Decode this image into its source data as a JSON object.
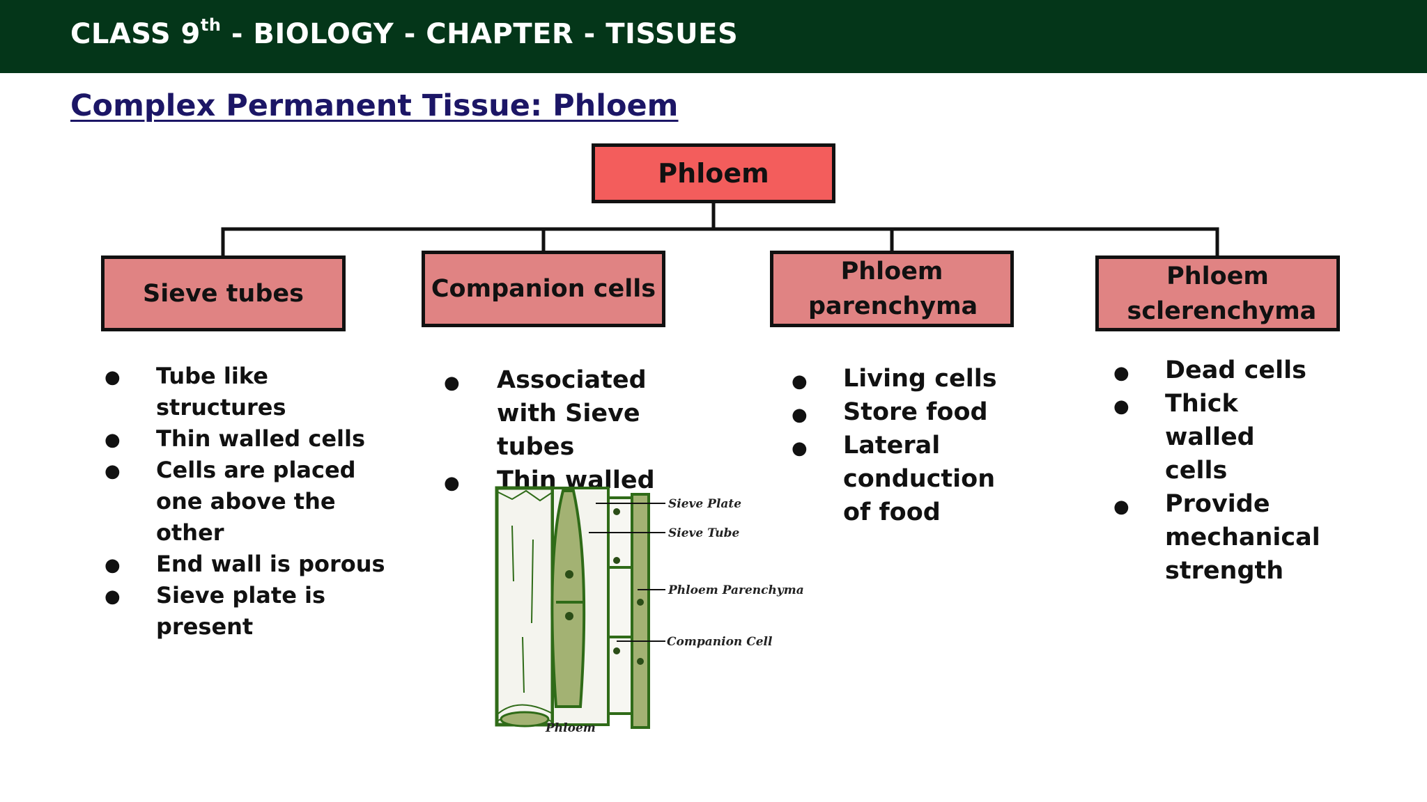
{
  "header": {
    "title_prefix": "CLASS 9",
    "title_sup": "th",
    "title_suffix": " - BIOLOGY - CHAPTER - TISSUES"
  },
  "section_title": "Complex Permanent Tissue: Phloem",
  "colors": {
    "header_bg": "#043619",
    "root_box": "#f35d5c",
    "child_box": "#e08383",
    "title_text": "#1c1666",
    "tissue_green": "#a3b273",
    "wall_green": "#2f6b18"
  },
  "diagram": {
    "root": "Phloem",
    "children": [
      {
        "label": "Sieve tubes",
        "points": [
          "Tube like structures",
          "Thin walled cells",
          "Cells are placed one above the other",
          "End wall is porous",
          "Sieve plate is present"
        ]
      },
      {
        "label": "Companion cells",
        "points": [
          "Associated with Sieve tubes",
          "Thin walled cells"
        ]
      },
      {
        "label": "Phloem parenchyma",
        "points": [
          "Living cells",
          "Store food",
          "Lateral conduction of food"
        ]
      },
      {
        "label": "Phloem sclerenchyma",
        "points": [
          "Dead cells",
          "Thick walled cells",
          "Provide mechanical strength"
        ]
      }
    ]
  },
  "illustration": {
    "labels": [
      "Sieve Plate",
      "Sieve Tube",
      "Phloem Parenchyma",
      "Companion Cell"
    ],
    "caption": "Phloem"
  },
  "bullet_glyph": "●"
}
